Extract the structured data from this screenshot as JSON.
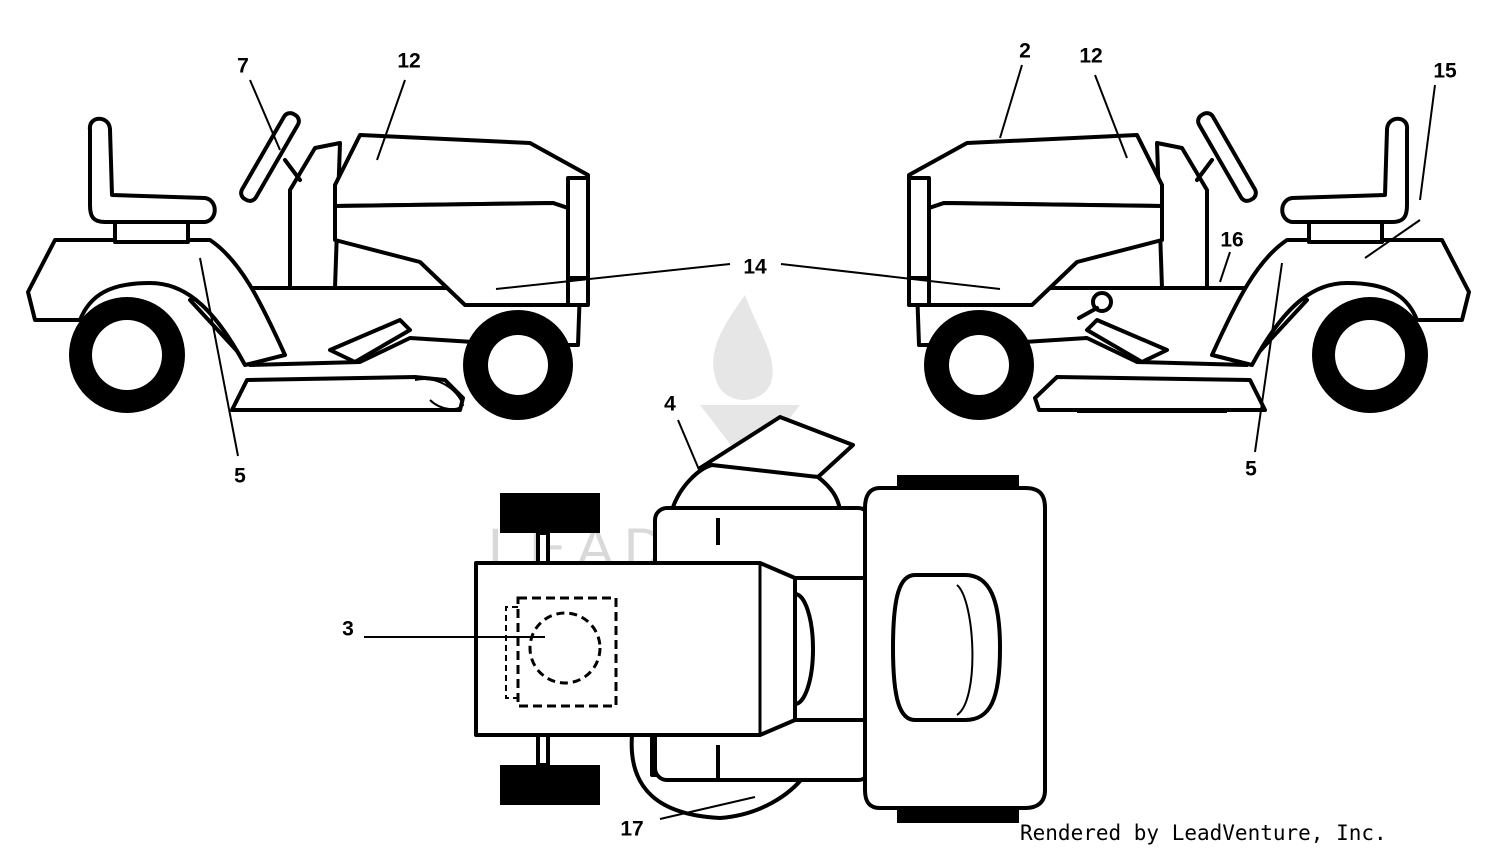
{
  "callouts": {
    "c7": "7",
    "c12_left": "12",
    "c12_right": "12",
    "c2": "2",
    "c15": "15",
    "c16": "16",
    "c14": "14",
    "c5_left": "5",
    "c5_right": "5",
    "c4": "4",
    "c3": "3",
    "c17": "17"
  },
  "watermark": "LEADVENTURE",
  "footer": "Rendered by LeadVenture, Inc.",
  "colors": {
    "line": "#000000",
    "background": "#ffffff",
    "watermark": "#d9d9d9"
  }
}
